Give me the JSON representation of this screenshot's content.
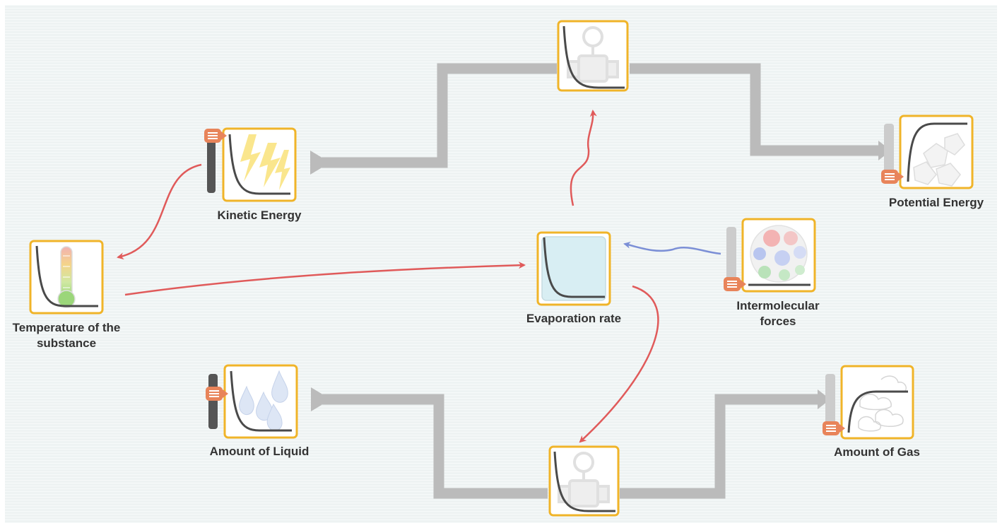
{
  "nodes": {
    "kinetic_energy": {
      "label": "Kinetic Energy"
    },
    "potential_energy": {
      "label": "Potential Energy"
    },
    "temperature": {
      "label": "Temperature of the substance"
    },
    "evaporation_rate": {
      "label": "Evaporation rate"
    },
    "intermolecular_forces": {
      "label": "Intermolecular forces"
    },
    "amount_of_liquid": {
      "label": "Amount of Liquid"
    },
    "amount_of_gas": {
      "label": "Amount of Gas"
    }
  },
  "icons": {
    "kinetic_energy": "lightning-icon",
    "potential_energy": "rocks-icon",
    "temperature": "thermometer-icon",
    "evaporation_rate": "water-panel-icon",
    "intermolecular_forces": "molecules-icon",
    "amount_of_liquid": "water-drops-icon",
    "amount_of_gas": "gas-clouds-icon",
    "flow_valve": "valve-icon",
    "stock_menu": "menu-icon"
  },
  "colors": {
    "node_border": "#f0b429",
    "flow_pipe": "#bbbbbb",
    "link_positive": "#e05a5a",
    "link_negative": "#7b8fd6",
    "menu_badge": "#e8845a",
    "curve": "#4a4a4a"
  }
}
